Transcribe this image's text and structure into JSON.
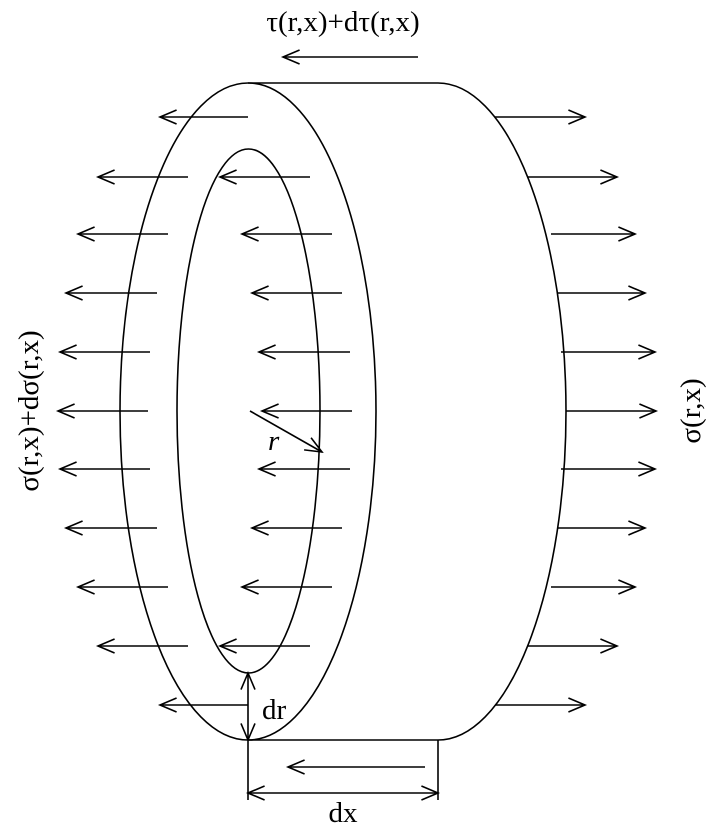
{
  "labels": {
    "top_shear": "τ(r,x)+dτ(r,x)",
    "left_stress": "σ(r,x)+dσ(r,x)",
    "right_stress": "σ(r,x)",
    "radius": "r",
    "dr": "dr",
    "dx": "dx"
  },
  "colors": {
    "stroke": "#000000",
    "background": "#ffffff"
  }
}
